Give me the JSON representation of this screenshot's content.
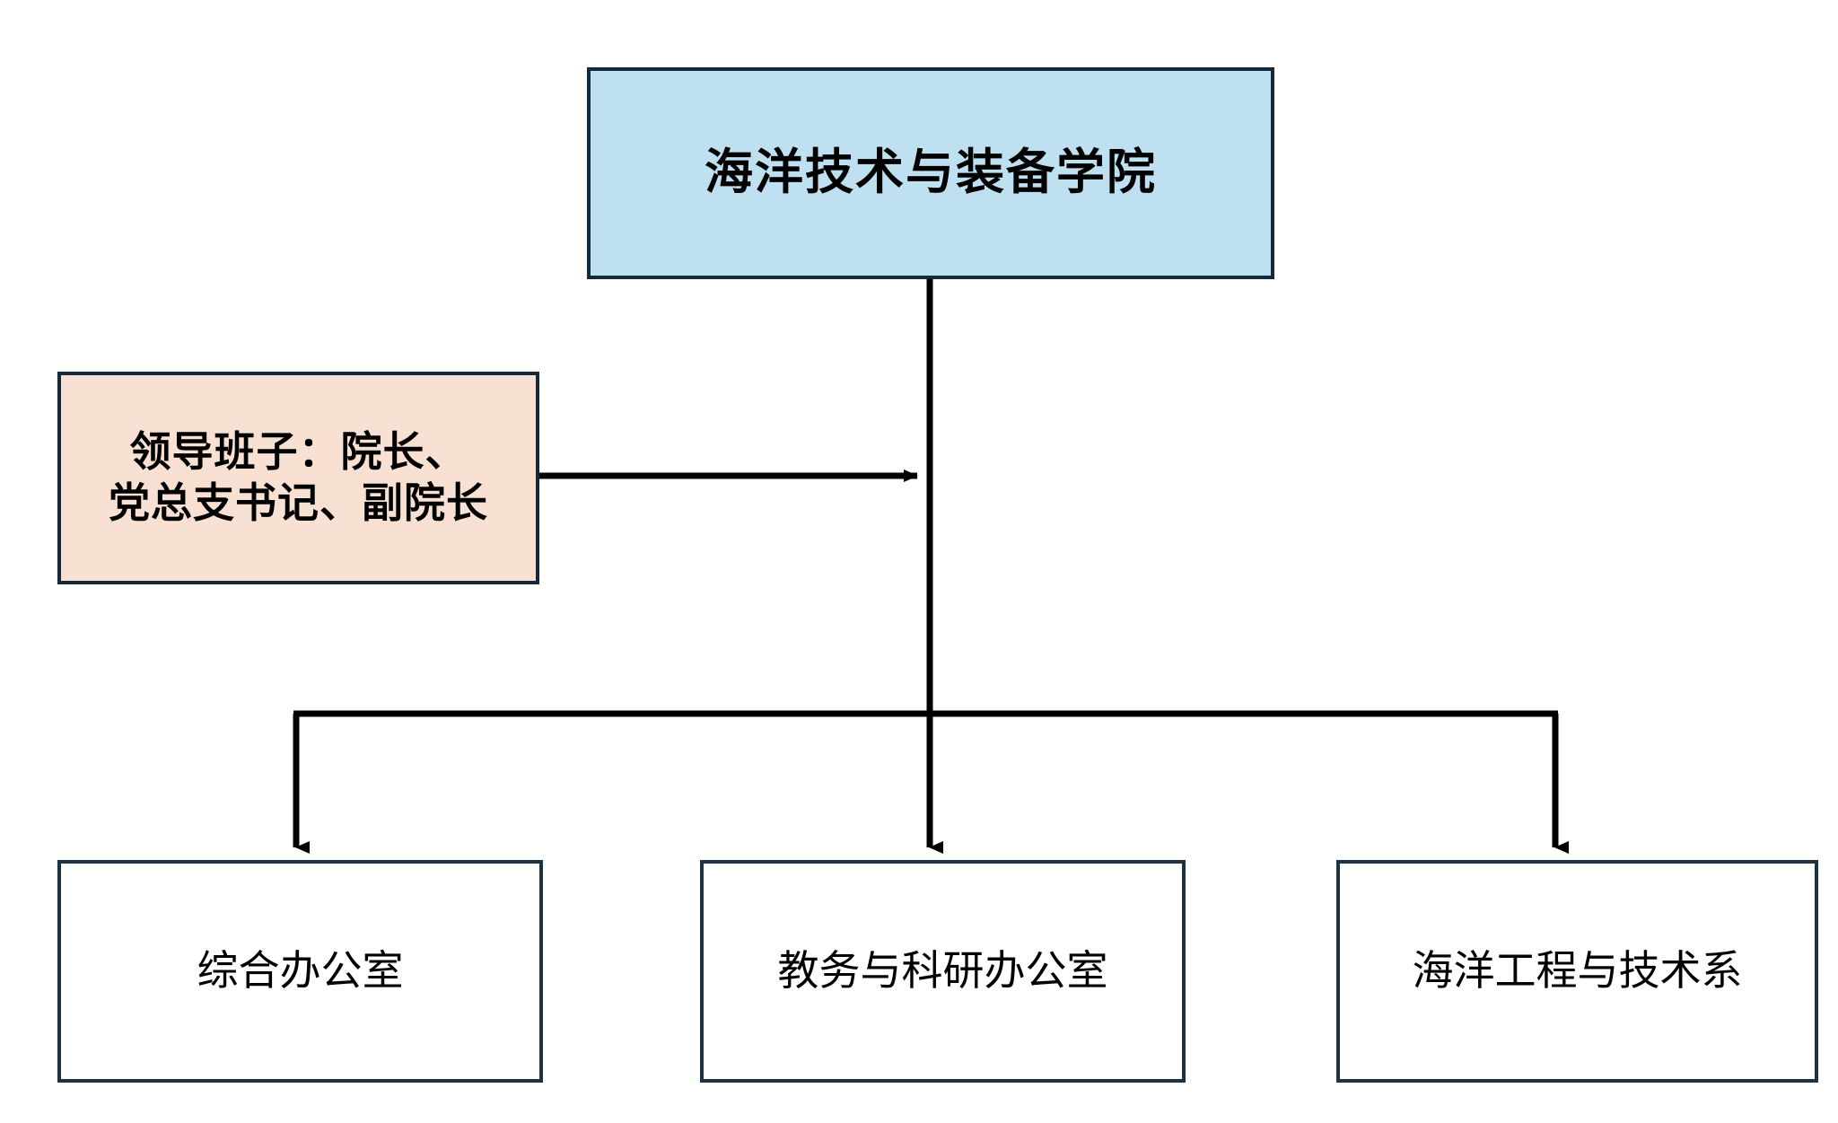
{
  "diagram": {
    "type": "organization-chart",
    "title_text": "海洋技术与装备学院",
    "colors": {
      "root_fill": "#bfe0f0",
      "leadership_fill": "#f8e1d3",
      "unit_fill": "#ffffff",
      "border": "#15293a",
      "connector": "#000000",
      "background": "#ffffff"
    },
    "root": {
      "label": "海洋技术与装备学院"
    },
    "leadership": {
      "label": "领导班子：院长、\n党总支书记、副院长",
      "line1": "领导班子：院长、",
      "line2": "党总支书记、副院长"
    },
    "units": [
      {
        "label": "综合办公室"
      },
      {
        "label": "教务与科研办公室"
      },
      {
        "label": "海洋工程与技术系"
      }
    ],
    "connectors": [
      {
        "name": "root-to-fork-trunk",
        "kind": "vertical-line"
      },
      {
        "name": "leadership-to-trunk",
        "kind": "horizontal-arrow"
      },
      {
        "name": "fork-bar",
        "kind": "horizontal-line"
      },
      {
        "name": "fork-to-unit-0",
        "kind": "vertical-arrow"
      },
      {
        "name": "fork-to-unit-1",
        "kind": "vertical-arrow"
      },
      {
        "name": "fork-to-unit-2",
        "kind": "vertical-arrow"
      }
    ]
  }
}
